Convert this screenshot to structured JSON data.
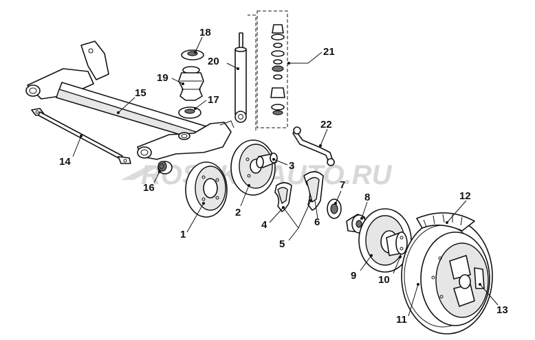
{
  "diagram": {
    "watermark": "ROSSKO AUTO.RU",
    "colors": {
      "line": "#111111",
      "part_fill": "#ffffff",
      "shade": "#e6e6e6",
      "dark": "#6f6f6f",
      "watermark": "#d8d8d8"
    },
    "callouts": [
      "1",
      "2",
      "3",
      "4",
      "5",
      "6",
      "7",
      "8",
      "9",
      "10",
      "11",
      "12",
      "13",
      "14",
      "15",
      "16",
      "17",
      "18",
      "19",
      "20",
      "21",
      "22"
    ]
  }
}
